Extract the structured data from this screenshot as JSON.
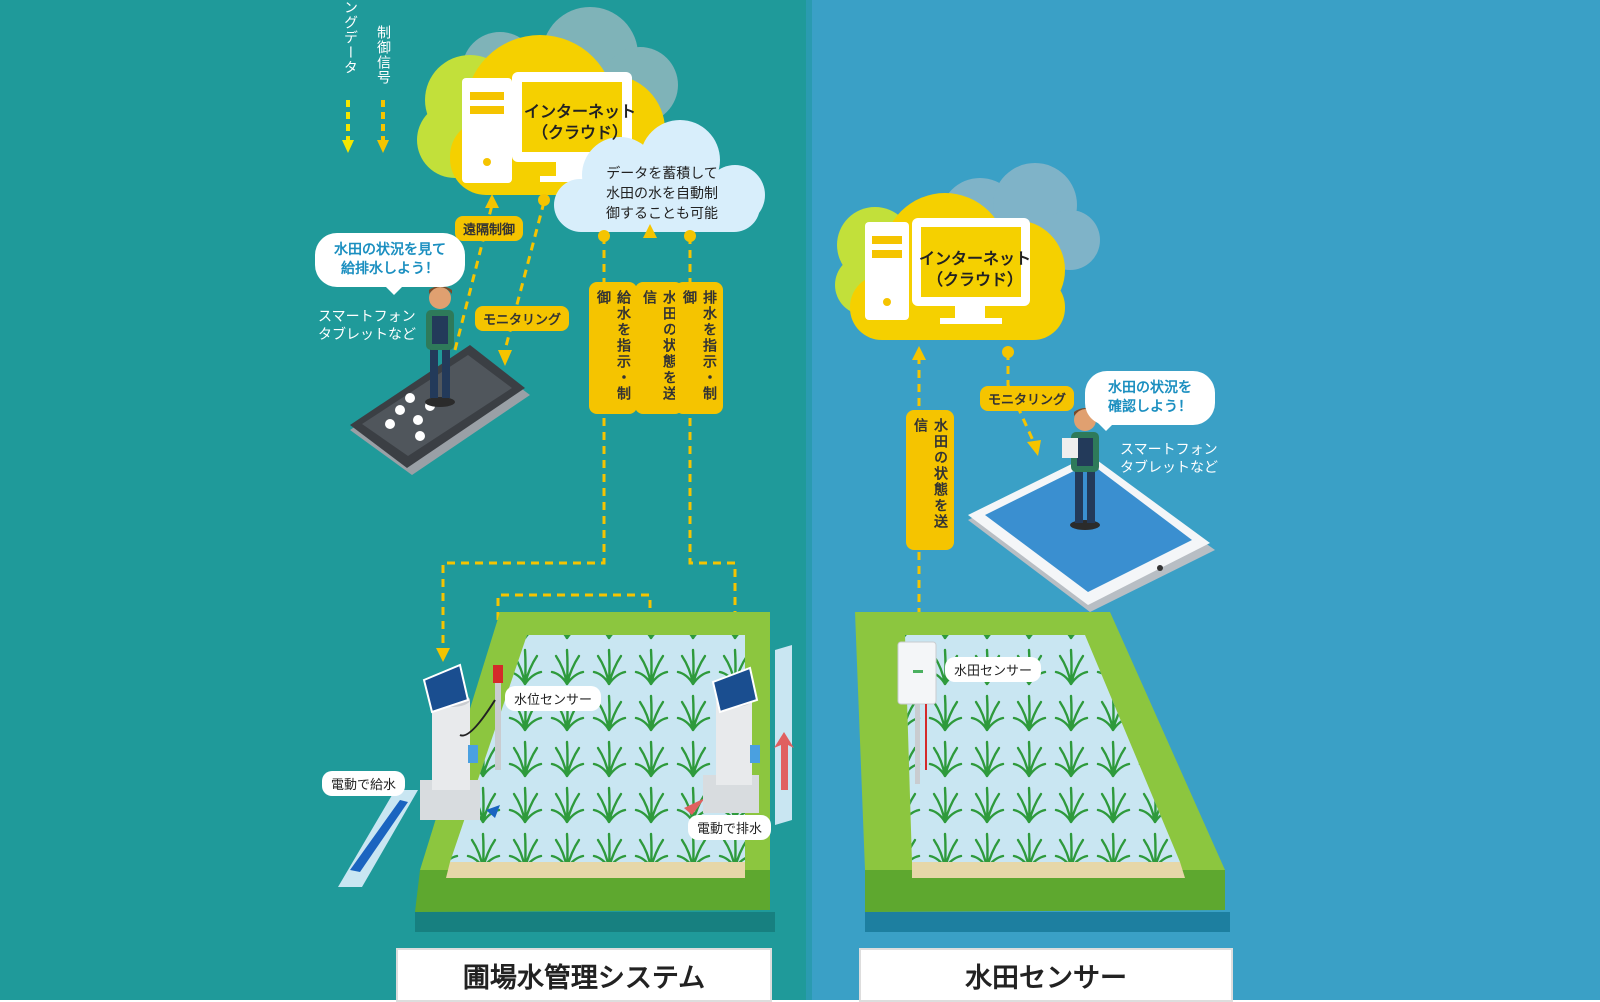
{
  "legend": {
    "monitoring_data": "ングデータ",
    "control_signal": "制御信号"
  },
  "left": {
    "cloud_line1": "インターネット",
    "cloud_line2": "（クラウド）",
    "cloud_note_line1": "データを蓄積して",
    "cloud_note_line2": "水田の水を自動制",
    "cloud_note_line3": "御することも可能",
    "remote_control_tag": "遠隔制御",
    "monitoring_tag": "モニタリング",
    "speech_line1": "水田の状況を見て",
    "speech_line2": "給排水しよう！",
    "device_text": "スマートフォン\nタブレットなど",
    "vtag_supply": "給水を指示・制御",
    "vtag_status": "水田の状態を送信",
    "vtag_drain": "排水を指示・制御",
    "water_level_sensor": "水位センサー",
    "electric_supply": "電動で給水",
    "electric_drain": "電動で排水",
    "title": "圃場水管理システム"
  },
  "right": {
    "cloud_line1": "インターネット",
    "cloud_line2": "（クラウド）",
    "monitoring_tag": "モニタリング",
    "vtag_status": "水田の状態を送信",
    "speech_line1": "水田の状況を",
    "speech_line2": "確認しよう！",
    "device_text": "スマートフォン\nタブレットなど",
    "paddy_sensor": "水田センサー",
    "title": "水田センサー"
  },
  "colors": {
    "left_bg": "#1f9a9a",
    "right_bg": "#3aa0c6",
    "accent_yellow": "#f5c400",
    "grass_green": "#8cc63f",
    "water_blue": "#c9e6f2"
  }
}
